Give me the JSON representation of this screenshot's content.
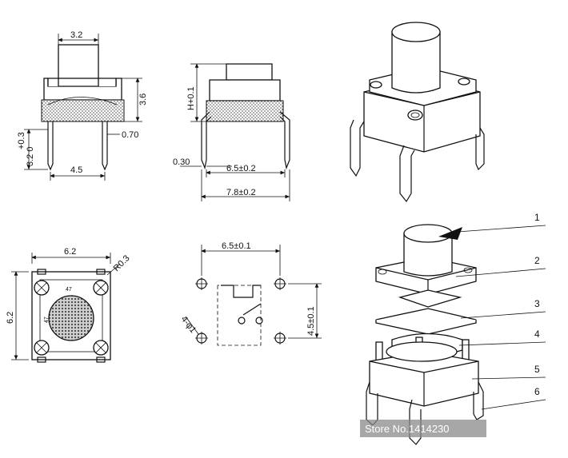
{
  "dimensions": {
    "top_width": "3.2",
    "height": "3.6",
    "pin_offset": "+0.3",
    "pin_length": "3.2 0",
    "pin_width": "0.70",
    "pin_pitch_side": "4.5",
    "stem_height": "H+0.1",
    "pin_thickness": "0.30",
    "inner_span": "6.5±0.2",
    "outer_span": "7.8±0.2",
    "body_width": "6.2",
    "body_height": "6.2",
    "corner_radius": "R0.3",
    "footprint_spacing": "6.5±0.1",
    "footprint_vertical": "4.5±0.1",
    "hole_diameter": "4-φ1",
    "marking_top": "47",
    "marking_side": "47"
  },
  "callouts": [
    "1",
    "2",
    "3",
    "4",
    "5",
    "6"
  ],
  "watermark": "Store No.1414230"
}
